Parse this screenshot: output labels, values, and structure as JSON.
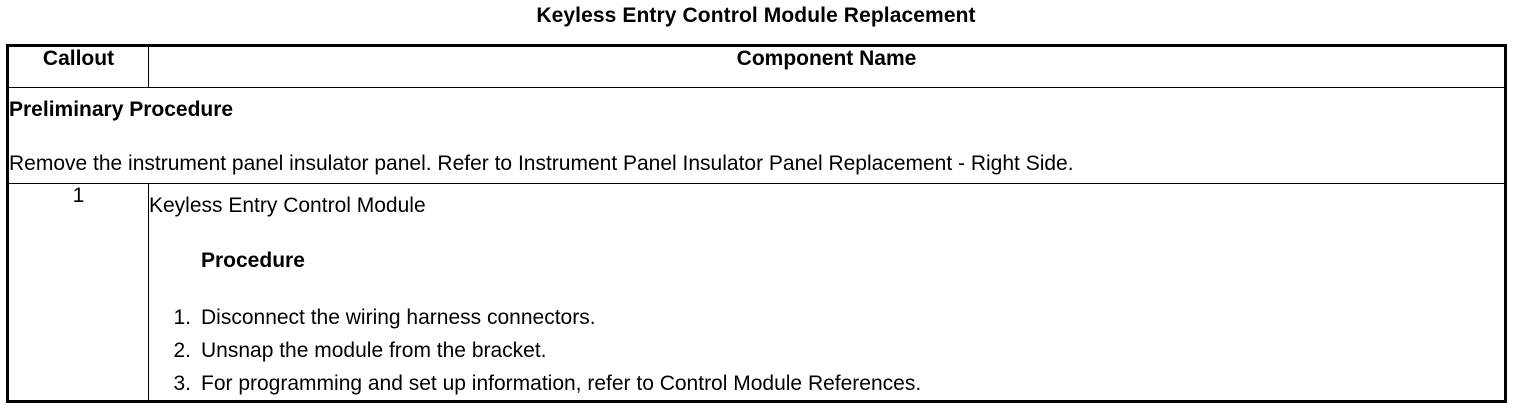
{
  "title": "Keyless Entry Control Module Replacement",
  "table": {
    "headers": {
      "callout": "Callout",
      "component": "Component Name"
    },
    "preliminary": {
      "heading": "Preliminary Procedure",
      "text": "Remove the instrument panel insulator panel. Refer to Instrument Panel Insulator Panel Replacement - Right Side."
    },
    "rows": [
      {
        "callout": "1",
        "component_name": "Keyless Entry Control Module",
        "procedure_heading": "Procedure",
        "steps": [
          {
            "num": "1.",
            "text": "Disconnect the wiring harness connectors."
          },
          {
            "num": "2.",
            "text": "Unsnap the module from the bracket."
          },
          {
            "num": "3.",
            "text": "For programming and set up information, refer to Control Module References."
          }
        ]
      }
    ]
  }
}
